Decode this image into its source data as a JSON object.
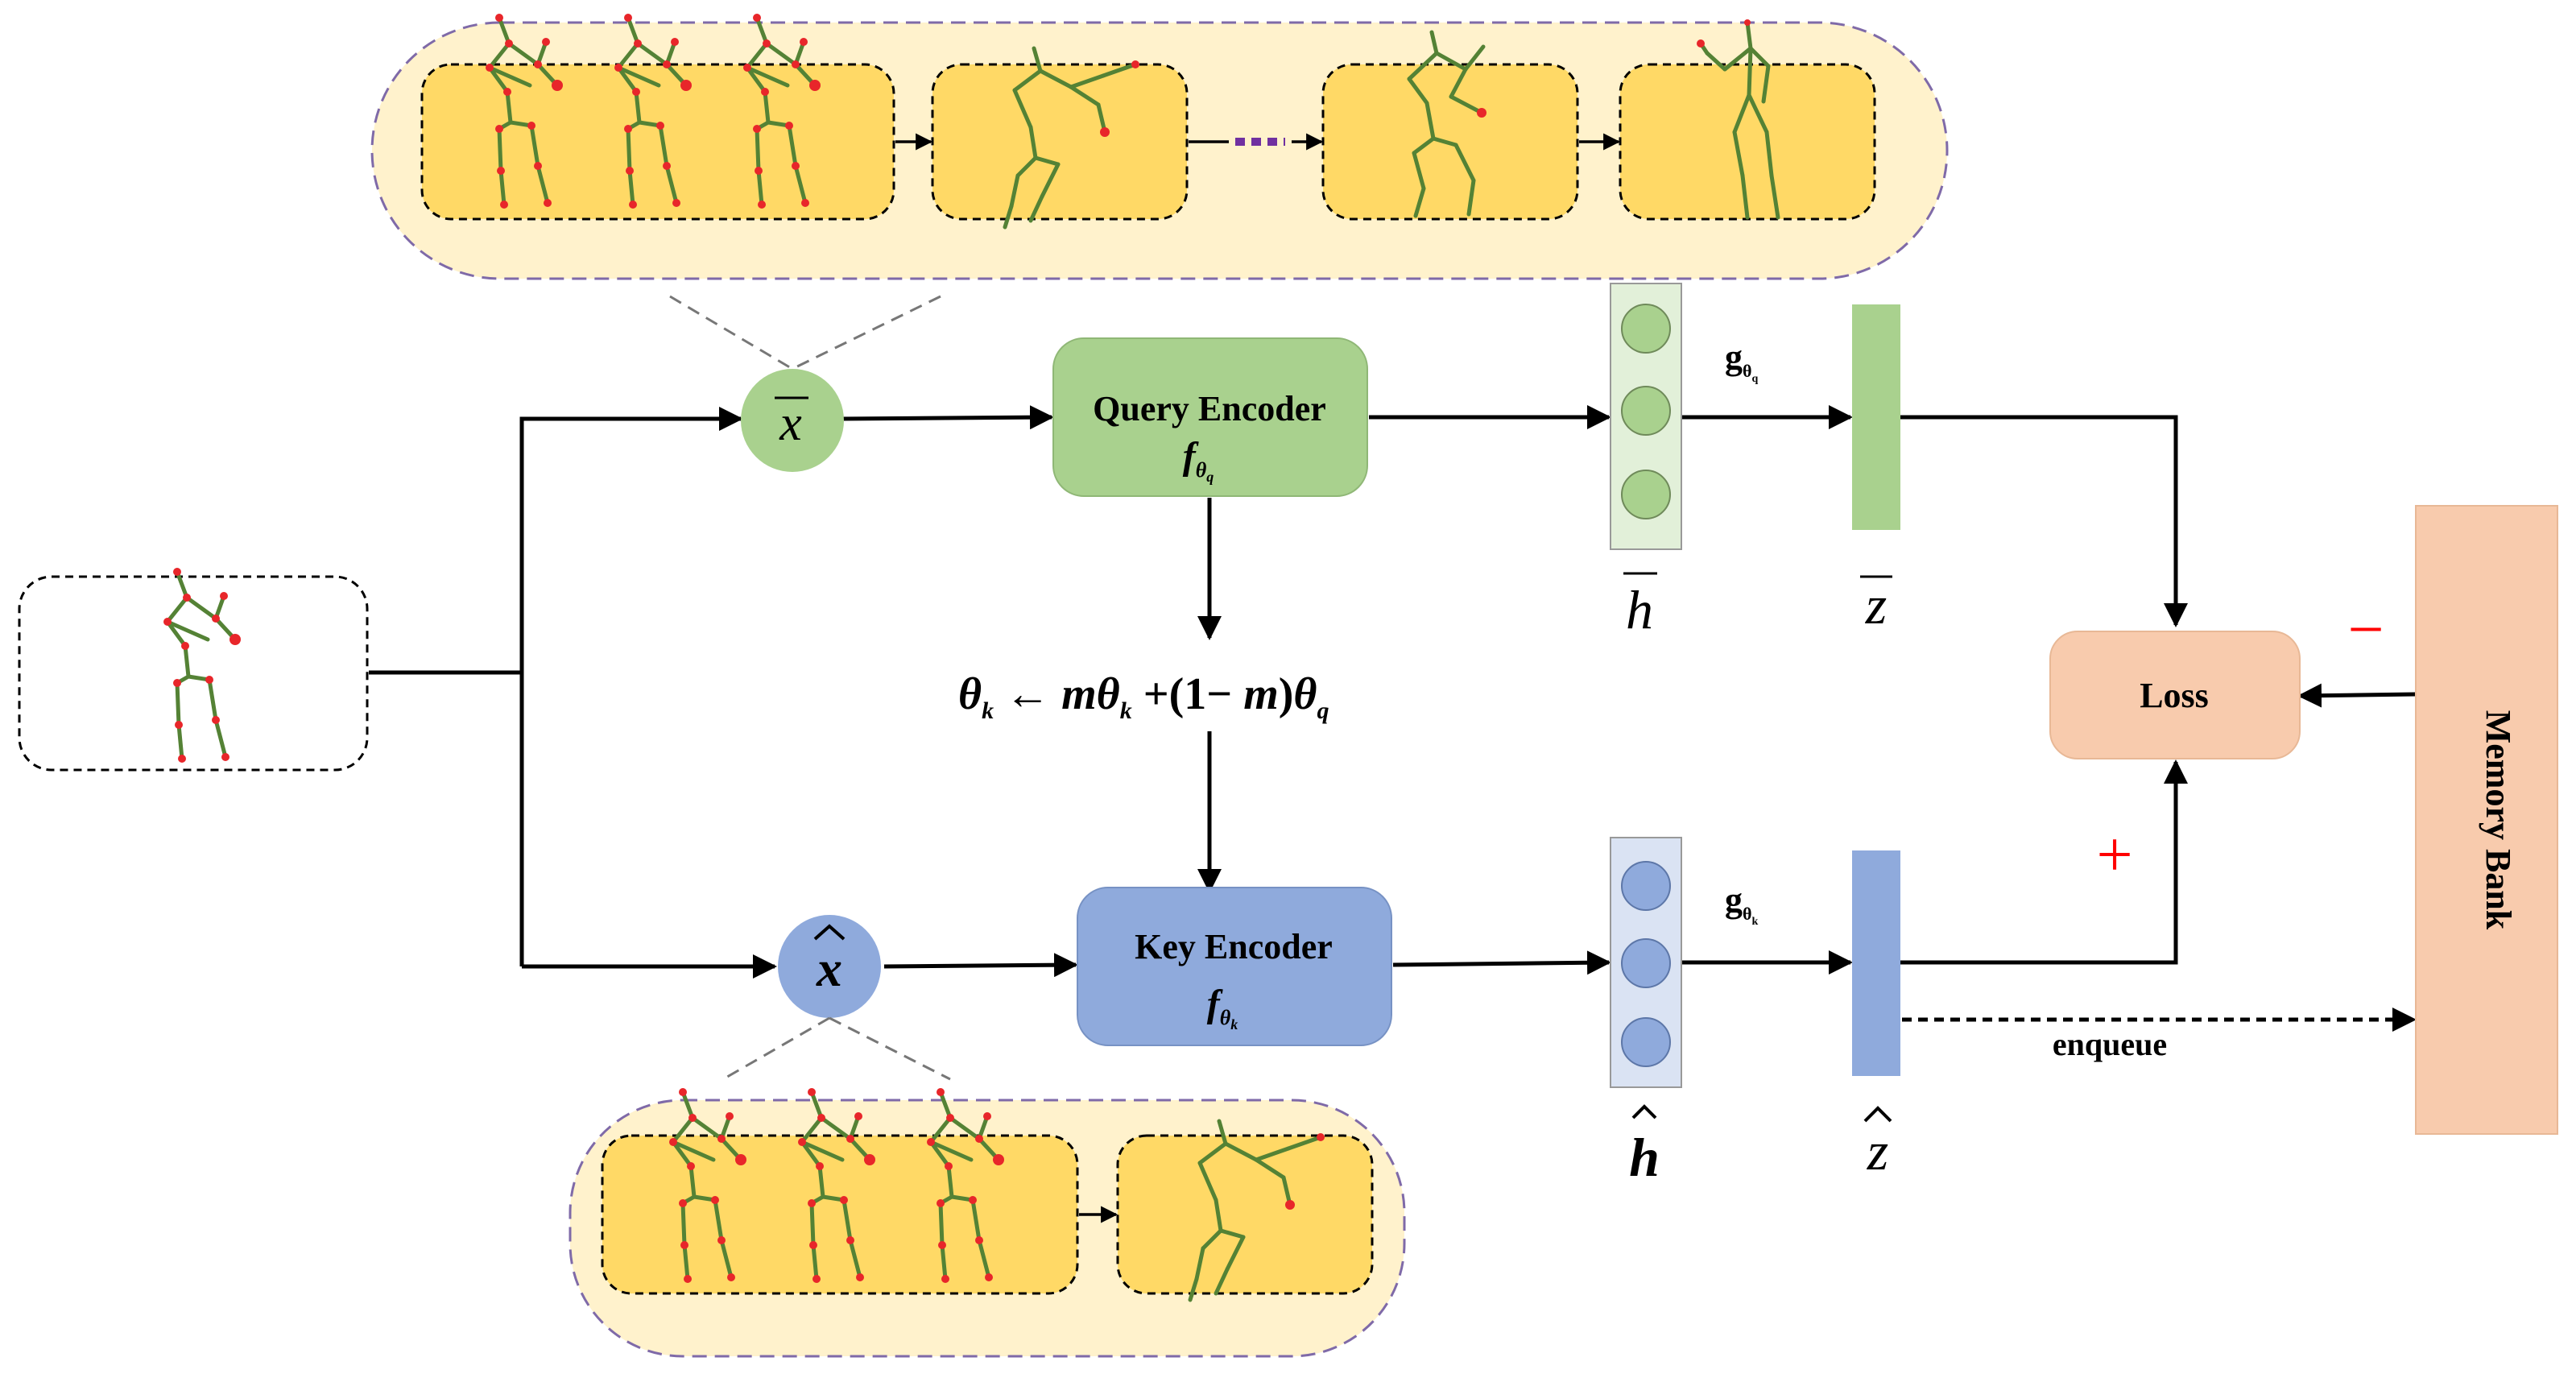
{
  "query_encoder": {
    "title": "Query Encoder",
    "symbol": "f",
    "subscript": "θ",
    "sub2": "q"
  },
  "key_encoder": {
    "title": "Key Encoder",
    "symbol": "f",
    "subscript": "θ",
    "sub2": "k"
  },
  "x_bar": "x",
  "x_hat": "x",
  "h_bar": "h",
  "h_hat": "h",
  "z_bar": "z",
  "z_hat": "z",
  "g_q": {
    "symbol": "g",
    "subscript": "θ",
    "sub2": "q"
  },
  "g_k": {
    "symbol": "g",
    "subscript": "θ",
    "sub2": "k"
  },
  "momentum_update": {
    "p1": "θ",
    "s1": "k",
    "p2": " ← ",
    "p3": "m",
    "p4": "θ",
    "s2": "k",
    "p5": " +(1− ",
    "p6": "m",
    "p7": ")",
    "p8": "θ",
    "s3": "q"
  },
  "loss": "Loss",
  "memory_bank": "Memory Bank",
  "enqueue": "enqueue",
  "minus_sign": "−",
  "plus_sign": "+",
  "colors": {
    "query_green": "#a9d18e",
    "key_blue": "#8faadc",
    "loss_orange": "#f8cbad",
    "seq_outer": "#fff2cc",
    "seq_inner": "#ffd966",
    "seq_border": "#7f6aa8",
    "skeleton": "#548235",
    "joint": "#e8262a",
    "plus_minus": "#ff0000",
    "dots": "#7030a0"
  }
}
